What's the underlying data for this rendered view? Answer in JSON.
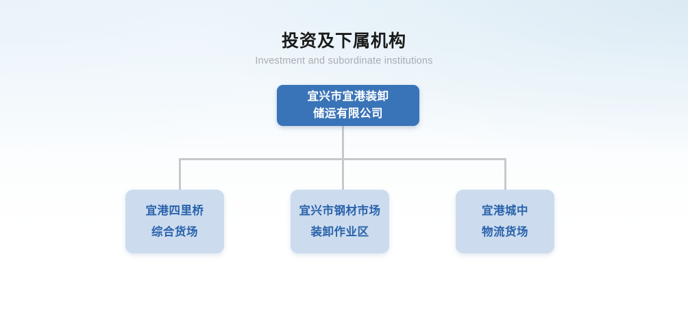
{
  "heading": {
    "title": "投资及下属机构",
    "subtitle": "Investment and subordinate institutions"
  },
  "org_chart": {
    "root": {
      "lines": [
        "宜兴市宜港装卸",
        "储运有限公司"
      ],
      "fill_color": "#3a74b8",
      "text_color": "#ffffff"
    },
    "children": [
      {
        "lines": [
          "宜港四里桥",
          "综合货场"
        ],
        "fill_color": "#ccdcee",
        "text_color": "#2a62ab"
      },
      {
        "lines": [
          "宜兴市钢材市场",
          "装卸作业区"
        ],
        "fill_color": "#ccdcee",
        "text_color": "#2a62ab"
      },
      {
        "lines": [
          "宜港城中",
          "物流货场"
        ],
        "fill_color": "#ccdcee",
        "text_color": "#2a62ab"
      }
    ],
    "connector_color": "#c6c9cc"
  },
  "colors": {
    "background_top": "#e8f2f9",
    "background_bottom": "#ffffff",
    "heading_title": "#1a1a1a",
    "heading_subtitle": "#a8adb3"
  }
}
